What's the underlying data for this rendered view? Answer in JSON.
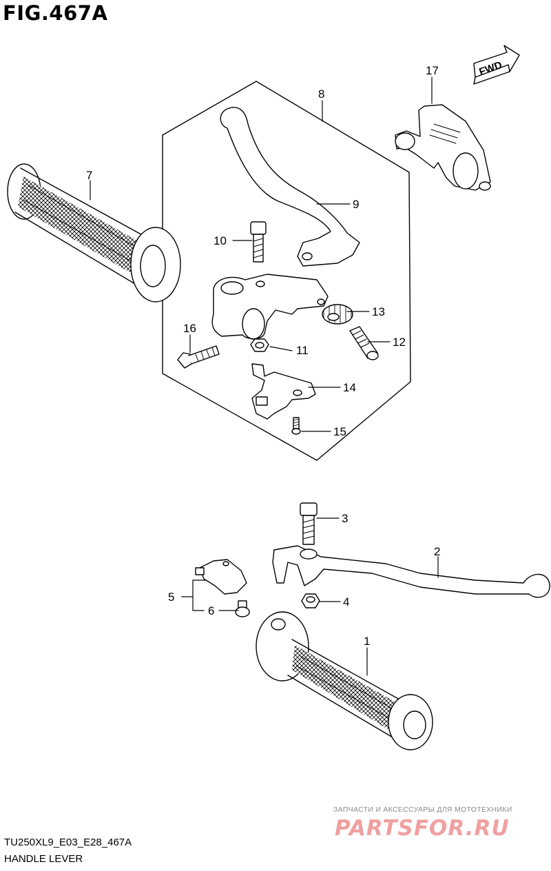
{
  "figure": {
    "title": "FIG.467A"
  },
  "direction_marker": {
    "label": "FWD"
  },
  "callouts": [
    {
      "id": "c1",
      "label": "1"
    },
    {
      "id": "c2",
      "label": "2"
    },
    {
      "id": "c3",
      "label": "3"
    },
    {
      "id": "c4",
      "label": "4"
    },
    {
      "id": "c5",
      "label": "5"
    },
    {
      "id": "c6",
      "label": "6"
    },
    {
      "id": "c7",
      "label": "7"
    },
    {
      "id": "c8",
      "label": "8"
    },
    {
      "id": "c9",
      "label": "9"
    },
    {
      "id": "c10",
      "label": "10"
    },
    {
      "id": "c11",
      "label": "11"
    },
    {
      "id": "c12",
      "label": "12"
    },
    {
      "id": "c13",
      "label": "13"
    },
    {
      "id": "c14",
      "label": "14"
    },
    {
      "id": "c15",
      "label": "15"
    },
    {
      "id": "c16",
      "label": "16"
    },
    {
      "id": "c17",
      "label": "17"
    }
  ],
  "footer": {
    "model_code": "TU250XL9_E03_E28_467A",
    "section_name": "HANDLE LEVER"
  },
  "watermark": {
    "tagline": "ЗАПЧАСТИ И АКСЕССУАРЫ ДЛЯ МОТОТЕХНИКИ",
    "logo": "PARTSFOR.RU"
  }
}
